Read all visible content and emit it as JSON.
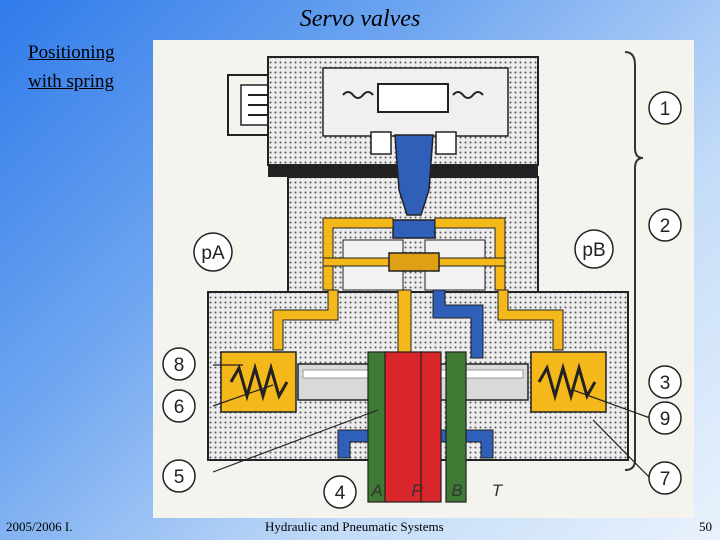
{
  "title": "Servo valves",
  "side_link": {
    "line1": "Positioning",
    "line2": "with spring"
  },
  "footer": {
    "left": "2005/2006 I.",
    "center": "Hydraulic and Pneumatic Systems",
    "page": "50"
  },
  "diagram": {
    "port_labels": {
      "pa": "pA",
      "pb": "pB"
    },
    "bottom_ports": [
      "A",
      "P",
      "B",
      "T"
    ],
    "callouts": [
      "1",
      "2",
      "3",
      "4",
      "5",
      "6",
      "7",
      "8",
      "9"
    ]
  },
  "colors": {
    "housing": "#e7e7e7",
    "oil_yellow": "#f5b81a",
    "return_blue": "#2f5fb8",
    "pressure_red": "#d8262a",
    "port_green": "#3f7a34"
  }
}
